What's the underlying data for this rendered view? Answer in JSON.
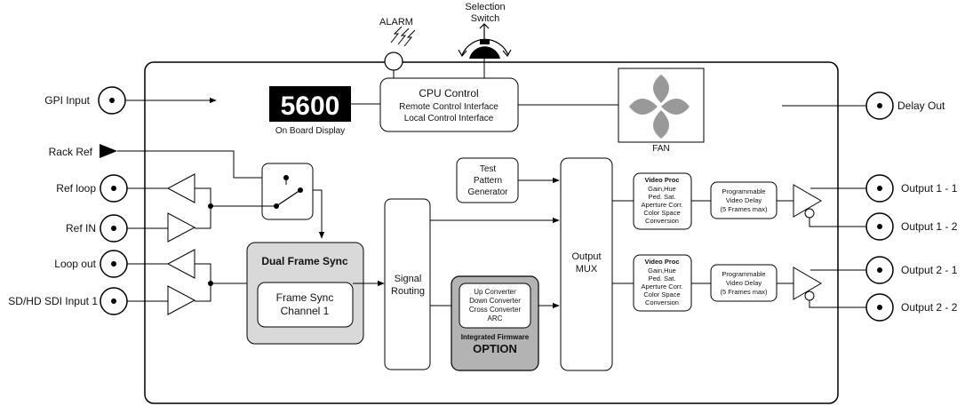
{
  "labels": {
    "alarm": "ALARM",
    "selection_switch": [
      "Selection",
      "Switch"
    ],
    "gpi_input": "GPI Input",
    "rack_ref": "Rack Ref",
    "ref_loop": "Ref loop",
    "ref_in": "Ref IN",
    "loop_out": "Loop out",
    "sdi_input": "SD/HD SDI Input 1",
    "delay_out": "Delay Out",
    "output_1_1": "Output 1 - 1",
    "output_1_2": "Output 1 - 2",
    "output_2_1": "Output 2 - 1",
    "output_2_2": "Output 2 - 2"
  },
  "display": {
    "value": "5600",
    "caption": "On Board Display"
  },
  "cpu": {
    "title": "CPU Control",
    "line1": "Remote Control Interface",
    "line2": "Local Control Interface"
  },
  "fan": {
    "label": "FAN"
  },
  "test_pattern": [
    "Test",
    "Pattern",
    "Generator"
  ],
  "dual_frame_sync": {
    "title": "Dual Frame Sync",
    "inner": [
      "Frame Sync",
      "Channel 1"
    ]
  },
  "signal_routing": [
    "Signal",
    "Routing"
  ],
  "firmware": {
    "lines": [
      "Up Converter",
      "Down Converter",
      "Cross Converter",
      "ARC"
    ],
    "caption": "Integrated Firmware",
    "option": "OPTION"
  },
  "output_mux": [
    "Output",
    "MUX"
  ],
  "video_proc": {
    "title": "Video Proc",
    "lines": [
      "Gain,Hue",
      "Ped. Sat.",
      "Aperture Corr.",
      "Color Space",
      "Conversion"
    ]
  },
  "prog_delay": [
    "Programmable",
    "Video Delay",
    "(5 Frames max)"
  ]
}
